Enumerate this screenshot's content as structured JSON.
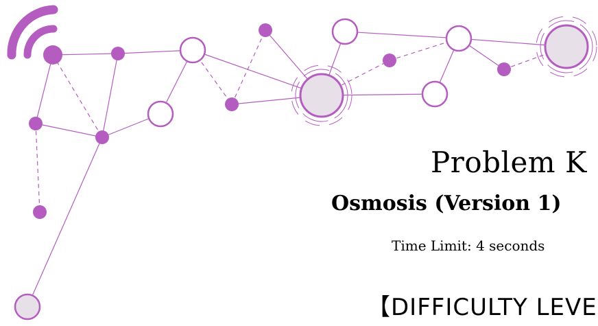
{
  "header": {
    "problem_id": "Problem K",
    "problem_name": "Osmosis (Version 1)",
    "time_limit": "Time Limit: 4 seconds",
    "difficulty_label": "【DIFFICULTY LEVEL】"
  },
  "decoration": {
    "logo_icon": "wifi-signal-icon",
    "accent_color": "#b45cc0",
    "node_fill_color": "#e8e0e8"
  }
}
